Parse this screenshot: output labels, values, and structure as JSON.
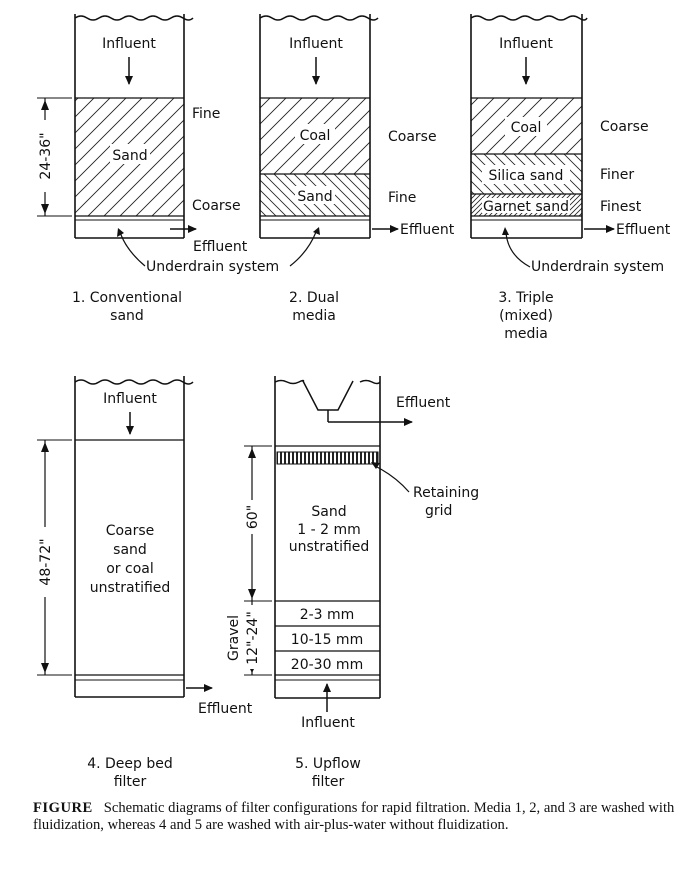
{
  "filters": {
    "f1": {
      "influent": "Influent",
      "fine": "Fine",
      "coarse": "Coarse",
      "media": "Sand",
      "depth": "24-36\"",
      "effluent": "Effluent",
      "underdrain": "Underdrain system",
      "caption_l1": "1. Conventional",
      "caption_l2": "sand"
    },
    "f2": {
      "influent": "Influent",
      "coal": "Coal",
      "sand": "Sand",
      "coarse": "Coarse",
      "fine": "Fine",
      "effluent": "Effluent",
      "caption_l1": "2. Dual",
      "caption_l2": "media"
    },
    "f3": {
      "influent": "Influent",
      "coal": "Coal",
      "silica": "Silica sand",
      "garnet": "Garnet sand",
      "coarse": "Coarse",
      "finer": "Finer",
      "finest": "Finest",
      "effluent": "Effluent",
      "underdrain": "Underdrain system",
      "caption_l1": "3. Triple",
      "caption_l2": "(mixed)",
      "caption_l3": "media"
    },
    "f4": {
      "influent": "Influent",
      "depth": "48-72\"",
      "media_l1": "Coarse",
      "media_l2": "sand",
      "media_l3": "or coal",
      "media_l4": "unstratified",
      "effluent": "Effluent",
      "caption_l1": "4. Deep bed",
      "caption_l2": "filter"
    },
    "f5": {
      "effluent": "Effluent",
      "retaining_l1": "Retaining",
      "retaining_l2": "grid",
      "media_l1": "Sand",
      "media_l2": "1 - 2 mm",
      "media_l3": "unstratified",
      "sand_depth": "60\"",
      "gravel_label": "Gravel",
      "gravel_depth": "12\"-24\"",
      "layer1": "2-3 mm",
      "layer2": "10-15 mm",
      "layer3": "20-30 mm",
      "influent": "Influent",
      "caption_l1": "5. Upflow",
      "caption_l2": "filter"
    }
  },
  "caption": {
    "label": "FIGURE",
    "text": "Schematic diagrams of filter configurations for rapid filtration. Media 1, 2, and 3 are washed with fluidization, whereas 4 and 5 are washed with air-plus-water without fluidization."
  }
}
